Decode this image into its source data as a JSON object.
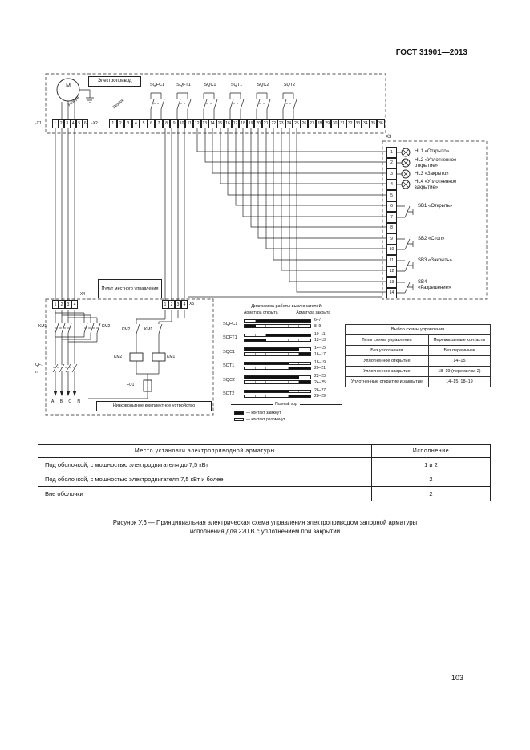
{
  "page": {
    "header": "ГОСТ 31901—2013",
    "page_number": "103",
    "caption": "Рисунок У.6 — Принципиальная электрическая схема управления электроприводом запорной арматуры",
    "caption2": "исполнения для 220 В с уплотнением при закрытии"
  },
  "schematic": {
    "drive_label": "Электропривод",
    "motor": "M",
    "motor_wave": "~",
    "x1_label": "-X1",
    "x2_label": "-X2",
    "x3_label": "X3",
    "x4_label": "X4",
    "x5_label": "X5",
    "reserve_a": "Резерв",
    "reserve_b": "Резерв",
    "switch_labels": [
      "SQFC1",
      "SQFT1",
      "SQC1",
      "SQT1",
      "SQC2",
      "SQT2"
    ],
    "lamps": [
      {
        "id": "HL1",
        "text": "«Открыто»"
      },
      {
        "id": "HL2",
        "text": "«Уплотненное открытие»"
      },
      {
        "id": "HL3",
        "text": "«Закрыто»"
      },
      {
        "id": "HL4",
        "text": "«Уплотненное закрытие»"
      }
    ],
    "buttons": [
      {
        "id": "SB1",
        "text": "«Открыть»"
      },
      {
        "id": "SB2",
        "text": "«Стоп»"
      },
      {
        "id": "SB3",
        "text": "«Закрыть»"
      },
      {
        "id": "SB4",
        "text": "«Разрешение»"
      }
    ],
    "panel_label": "Пульт местного управления",
    "lv_label": "Низковольтное комплектное устройство",
    "km_main_left": "KM1",
    "km_main_right": "KM2",
    "aux_left": "KM2",
    "aux_right": "KM1",
    "coil_left": "KM2",
    "coil_right": "KM1",
    "fuse": "FU1",
    "breaker": "QF1",
    "breaker_sub": "I>",
    "phases": [
      "A",
      "B",
      "C",
      "N"
    ],
    "terminals": {
      "x1": [
        "1",
        "2",
        "3",
        "4",
        "5",
        "6"
      ],
      "x2": [
        "1",
        "2",
        "3",
        "4",
        "5",
        "6",
        "7",
        "8",
        "9",
        "10",
        "11",
        "12",
        "13",
        "14",
        "15",
        "16",
        "17",
        "18",
        "19",
        "20",
        "21",
        "22",
        "23",
        "24",
        "25",
        "26",
        "27",
        "28",
        "29",
        "30",
        "31",
        "32",
        "33",
        "34",
        "35",
        "36"
      ],
      "x3": [
        "1",
        "2",
        "3",
        "4",
        "5",
        "6",
        "7",
        "8",
        "9",
        "10",
        "11",
        "12",
        "13",
        "14"
      ],
      "x4": [
        "1",
        "2",
        "3",
        "4"
      ],
      "x5": [
        "1",
        "2",
        "3",
        "4"
      ]
    }
  },
  "timing": {
    "title": "Диаграмма работы выключателей",
    "open_header": "Арматура открыта",
    "closed_header": "Арматура закрыта",
    "rows": [
      {
        "name": "SQFC1",
        "contacts": [
          {
            "label": "6–7",
            "pattern": [
              0,
              1,
              1,
              1,
              1,
              1
            ]
          },
          {
            "label": "8–9",
            "pattern": [
              1,
              0,
              0,
              0,
              0,
              0
            ]
          }
        ]
      },
      {
        "name": "SQFT1",
        "contacts": [
          {
            "label": "10–11",
            "pattern": [
              0,
              0,
              1,
              1,
              1,
              1
            ]
          },
          {
            "label": "12–13",
            "pattern": [
              1,
              1,
              0,
              0,
              0,
              0
            ]
          }
        ]
      },
      {
        "name": "SQC1",
        "contacts": [
          {
            "label": "14–15",
            "pattern": [
              1,
              1,
              1,
              1,
              1,
              0
            ]
          },
          {
            "label": "16–17",
            "pattern": [
              0,
              0,
              0,
              0,
              0,
              1
            ]
          }
        ]
      },
      {
        "name": "SQT1",
        "contacts": [
          {
            "label": "18–19",
            "pattern": [
              1,
              1,
              1,
              1,
              0,
              0
            ]
          },
          {
            "label": "20–21",
            "pattern": [
              0,
              0,
              0,
              0,
              1,
              1
            ]
          }
        ]
      },
      {
        "name": "SQC2",
        "contacts": [
          {
            "label": "22–23",
            "pattern": [
              1,
              1,
              1,
              1,
              1,
              0
            ]
          },
          {
            "label": "24–25",
            "pattern": [
              0,
              0,
              0,
              0,
              0,
              1
            ]
          }
        ]
      },
      {
        "name": "SQT2",
        "contacts": [
          {
            "label": "26–27",
            "pattern": [
              1,
              1,
              1,
              1,
              0,
              0
            ]
          },
          {
            "label": "28–29",
            "pattern": [
              0,
              0,
              0,
              0,
              1,
              1
            ]
          }
        ]
      }
    ],
    "full_stroke": "Полный ход",
    "legend": [
      {
        "filled": true,
        "text": "— контакт замкнут"
      },
      {
        "filled": false,
        "text": "— контакт разомкнут"
      }
    ]
  },
  "scheme_table": {
    "title": "Выбор схемы управления",
    "headers": [
      "Типы схемы управления",
      "Перемыкаемые контакты"
    ],
    "rows": [
      [
        "Без уплотнения",
        "Без перемычек"
      ],
      [
        "Уплотненное открытие",
        "14–15"
      ],
      [
        "Уплотненное закрытие",
        "18–19 (перемычка 2)"
      ],
      [
        "Уплотненные открытие и закрытие",
        "14–15, 18–19"
      ]
    ]
  },
  "placement_table": {
    "headers": [
      "Место установки электроприводной арматуры",
      "Исполнение"
    ],
    "rows": [
      [
        "Под оболочкой, с мощностью электродвигателя до 7,5 кВт",
        "1 и 2"
      ],
      [
        "Под оболочкой, с мощностью электродвигателя 7,5 кВт и более",
        "2"
      ],
      [
        "Вне оболочки",
        "2"
      ]
    ]
  }
}
